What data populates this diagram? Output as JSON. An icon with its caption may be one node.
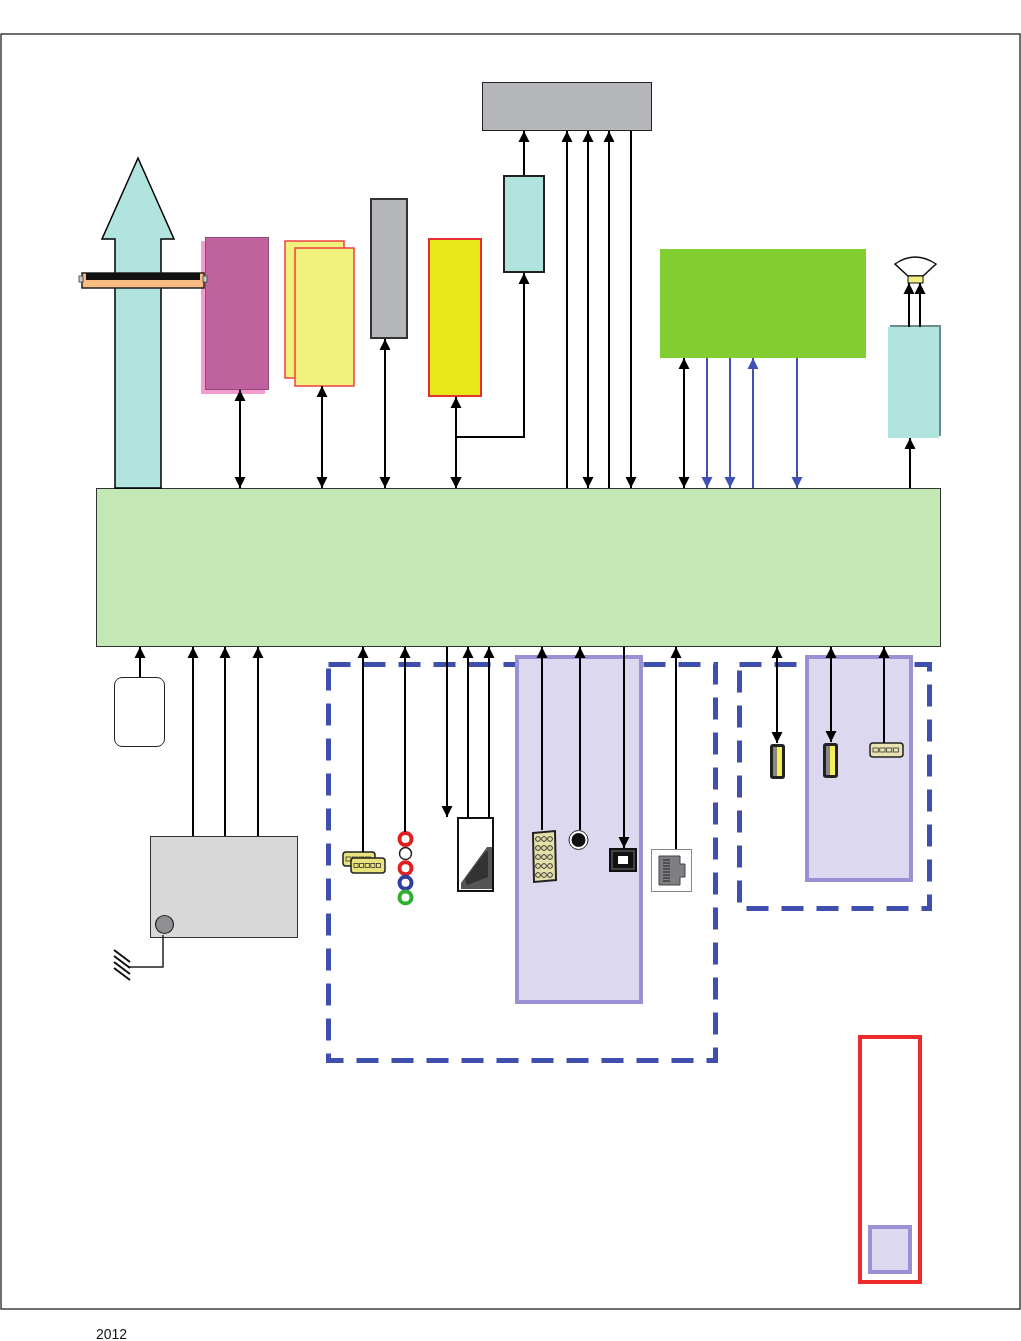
{
  "diagram": {
    "nodes": [
      {
        "text": [],
        "shape": "box"
      },
      {
        "text": [],
        "shape": "box"
      },
      {
        "text": [],
        "shape": "box"
      },
      {
        "text": [],
        "shape": "box"
      },
      {
        "text": [],
        "shape": "box"
      },
      {
        "text": [],
        "shape": "box"
      },
      {
        "text": [],
        "shape": "box"
      },
      {
        "text": [],
        "shape": "speaker"
      },
      {
        "text": [],
        "shape": "box"
      },
      {
        "text": [],
        "shape": "box"
      },
      {
        "text": [],
        "shape": "box"
      },
      {
        "text": [],
        "shape": "box"
      },
      {
        "text": [],
        "shape": "box"
      },
      {
        "text": [],
        "shape": "connector",
        "in": 12
      },
      {
        "text": [],
        "shape": "jack",
        "in": 12
      },
      {
        "text": [],
        "shape": "socket",
        "in": 12
      },
      {
        "text": [],
        "shape": "box",
        "in": 12
      },
      {
        "text": [],
        "shape": "connector",
        "in": 16
      },
      {
        "text": [],
        "shape": "jack",
        "in": 16
      },
      {
        "text": [],
        "shape": "port",
        "in": 16
      },
      {
        "text": [],
        "shape": "port",
        "in": 12
      },
      {
        "text": [],
        "shape": "box"
      },
      {
        "text": [],
        "shape": "port",
        "in": 21
      },
      {
        "text": [],
        "shape": "box",
        "in": 21
      },
      {
        "text": [],
        "shape": "port",
        "in": 23
      },
      {
        "text": [],
        "shape": "connector",
        "in": 23
      },
      {
        "text": [],
        "shape": "box"
      },
      {
        "text": [],
        "shape": "box",
        "in": 26
      }
    ],
    "edges": [
      {
        "from": 9,
        "to": null,
        "arrow": "to",
        "style": "thick"
      },
      {
        "from": 9,
        "to": 1,
        "arrow": "both"
      },
      {
        "from": 9,
        "to": 2,
        "arrow": "both"
      },
      {
        "from": 9,
        "to": 3,
        "arrow": "both"
      },
      {
        "from": 9,
        "to": 4,
        "arrow": "both"
      },
      {
        "from": 9,
        "to": 5,
        "arrow": "both"
      },
      {
        "from": 5,
        "to": 0,
        "arrow": "to"
      },
      {
        "from": 9,
        "to": 0,
        "arrow": "to"
      },
      {
        "from": 9,
        "to": 0,
        "arrow": "both"
      },
      {
        "from": 9,
        "to": 0,
        "arrow": "to"
      },
      {
        "from": 0,
        "to": 9,
        "arrow": "to"
      },
      {
        "from": 6,
        "to": 9,
        "arrow": "both"
      },
      {
        "from": 6,
        "to": 9,
        "arrow": "to",
        "color": "#3f51b5"
      },
      {
        "from": 6,
        "to": 9,
        "arrow": "to",
        "color": "#3f51b5"
      },
      {
        "from": 9,
        "to": 6,
        "arrow": "to",
        "color": "#3f51b5"
      },
      {
        "from": 6,
        "to": 9,
        "arrow": "to",
        "color": "#3f51b5"
      },
      {
        "from": 9,
        "to": 8,
        "arrow": "to"
      },
      {
        "from": 8,
        "to": 7,
        "arrow": "to"
      },
      {
        "from": 8,
        "to": 7,
        "arrow": "to"
      },
      {
        "from": 10,
        "to": 9,
        "arrow": "to"
      },
      {
        "from": 11,
        "to": 9,
        "arrow": "to"
      },
      {
        "from": 11,
        "to": 9,
        "arrow": "to"
      },
      {
        "from": 11,
        "to": 9,
        "arrow": "to"
      },
      {
        "from": 13,
        "to": 9,
        "arrow": "to"
      },
      {
        "from": 14,
        "to": 9,
        "arrow": "to"
      },
      {
        "from": 9,
        "to": 15,
        "arrow": "to"
      },
      {
        "from": 15,
        "to": 9,
        "arrow": "to"
      },
      {
        "from": 15,
        "to": 9,
        "arrow": "to"
      },
      {
        "from": 17,
        "to": 9,
        "arrow": "to"
      },
      {
        "from": 18,
        "to": 9,
        "arrow": "to"
      },
      {
        "from": 9,
        "to": 19,
        "arrow": "to"
      },
      {
        "from": 20,
        "to": 9,
        "arrow": "to"
      },
      {
        "from": 9,
        "to": 22,
        "arrow": "both"
      },
      {
        "from": 9,
        "to": 24,
        "arrow": "both"
      },
      {
        "from": 25,
        "to": 9,
        "arrow": "to"
      }
    ],
    "labels": [
      "2012"
    ]
  }
}
